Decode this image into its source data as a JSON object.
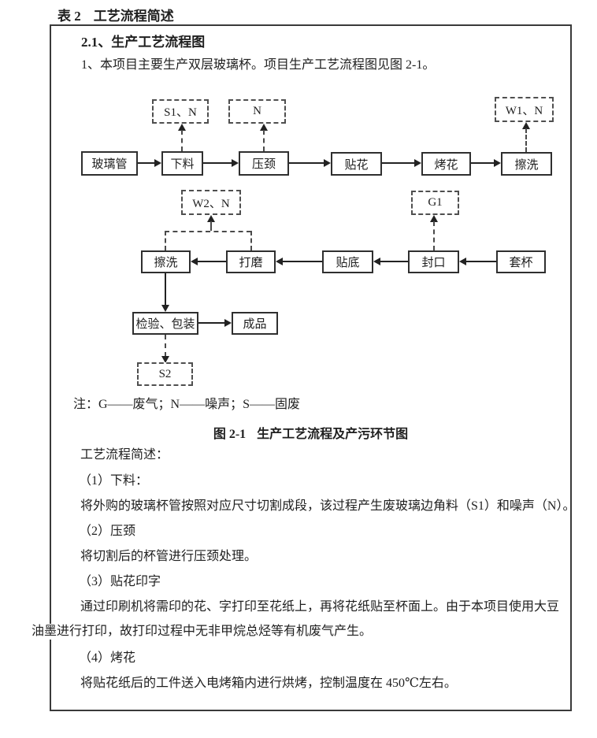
{
  "header": {
    "table_label": "表 2",
    "table_title": "工艺流程简述"
  },
  "section": {
    "heading": "2.1、生产工艺流程图",
    "intro": "1、本项目主要生产双层玻璃杯。项目生产工艺流程图见图 2-1。"
  },
  "flowchart": {
    "nodes": {
      "glass_tube": "玻璃管",
      "cutting": "下料",
      "neck_pressing": "压颈",
      "decal": "贴花",
      "baking": "烤花",
      "wiping1": "擦洗",
      "s1n": "S1、N",
      "n": "N",
      "w1n": "W1、N",
      "w2n": "W2、N",
      "g1": "G1",
      "wiping2": "擦洗",
      "polishing": "打磨",
      "bottoming": "贴底",
      "sealing": "封口",
      "cup_nesting": "套杯",
      "inspection_packing": "检验、包装",
      "finished_product": "成品",
      "s2": "S2"
    },
    "note": "注：G——废气；N——噪声；S——固废",
    "caption_label": "图 2-1",
    "caption_title": "生产工艺流程及产污环节图"
  },
  "body": {
    "lines": [
      "工艺流程简述：",
      "（1）下料：",
      "将外购的玻璃杯管按照对应尺寸切割成段，该过程产生废玻璃边角料（S1）和噪声（N）。",
      "（2）压颈",
      "将切割后的杯管进行压颈处理。",
      "（3）贴花印字",
      "通过印刷机将需印的花、字打印至花纸上，再将花纸贴至杯面上。由于本项目使用大豆",
      "油墨进行打印，故打印过程中无非甲烷总烃等有机废气产生。",
      "（4）烤花",
      "将贴花纸后的工件送入电烤箱内进行烘烤，控制温度在 450℃左右。"
    ]
  },
  "colors": {
    "background": "#ffffff",
    "text": "#1f1f1f",
    "border": "#3a3a3a"
  }
}
